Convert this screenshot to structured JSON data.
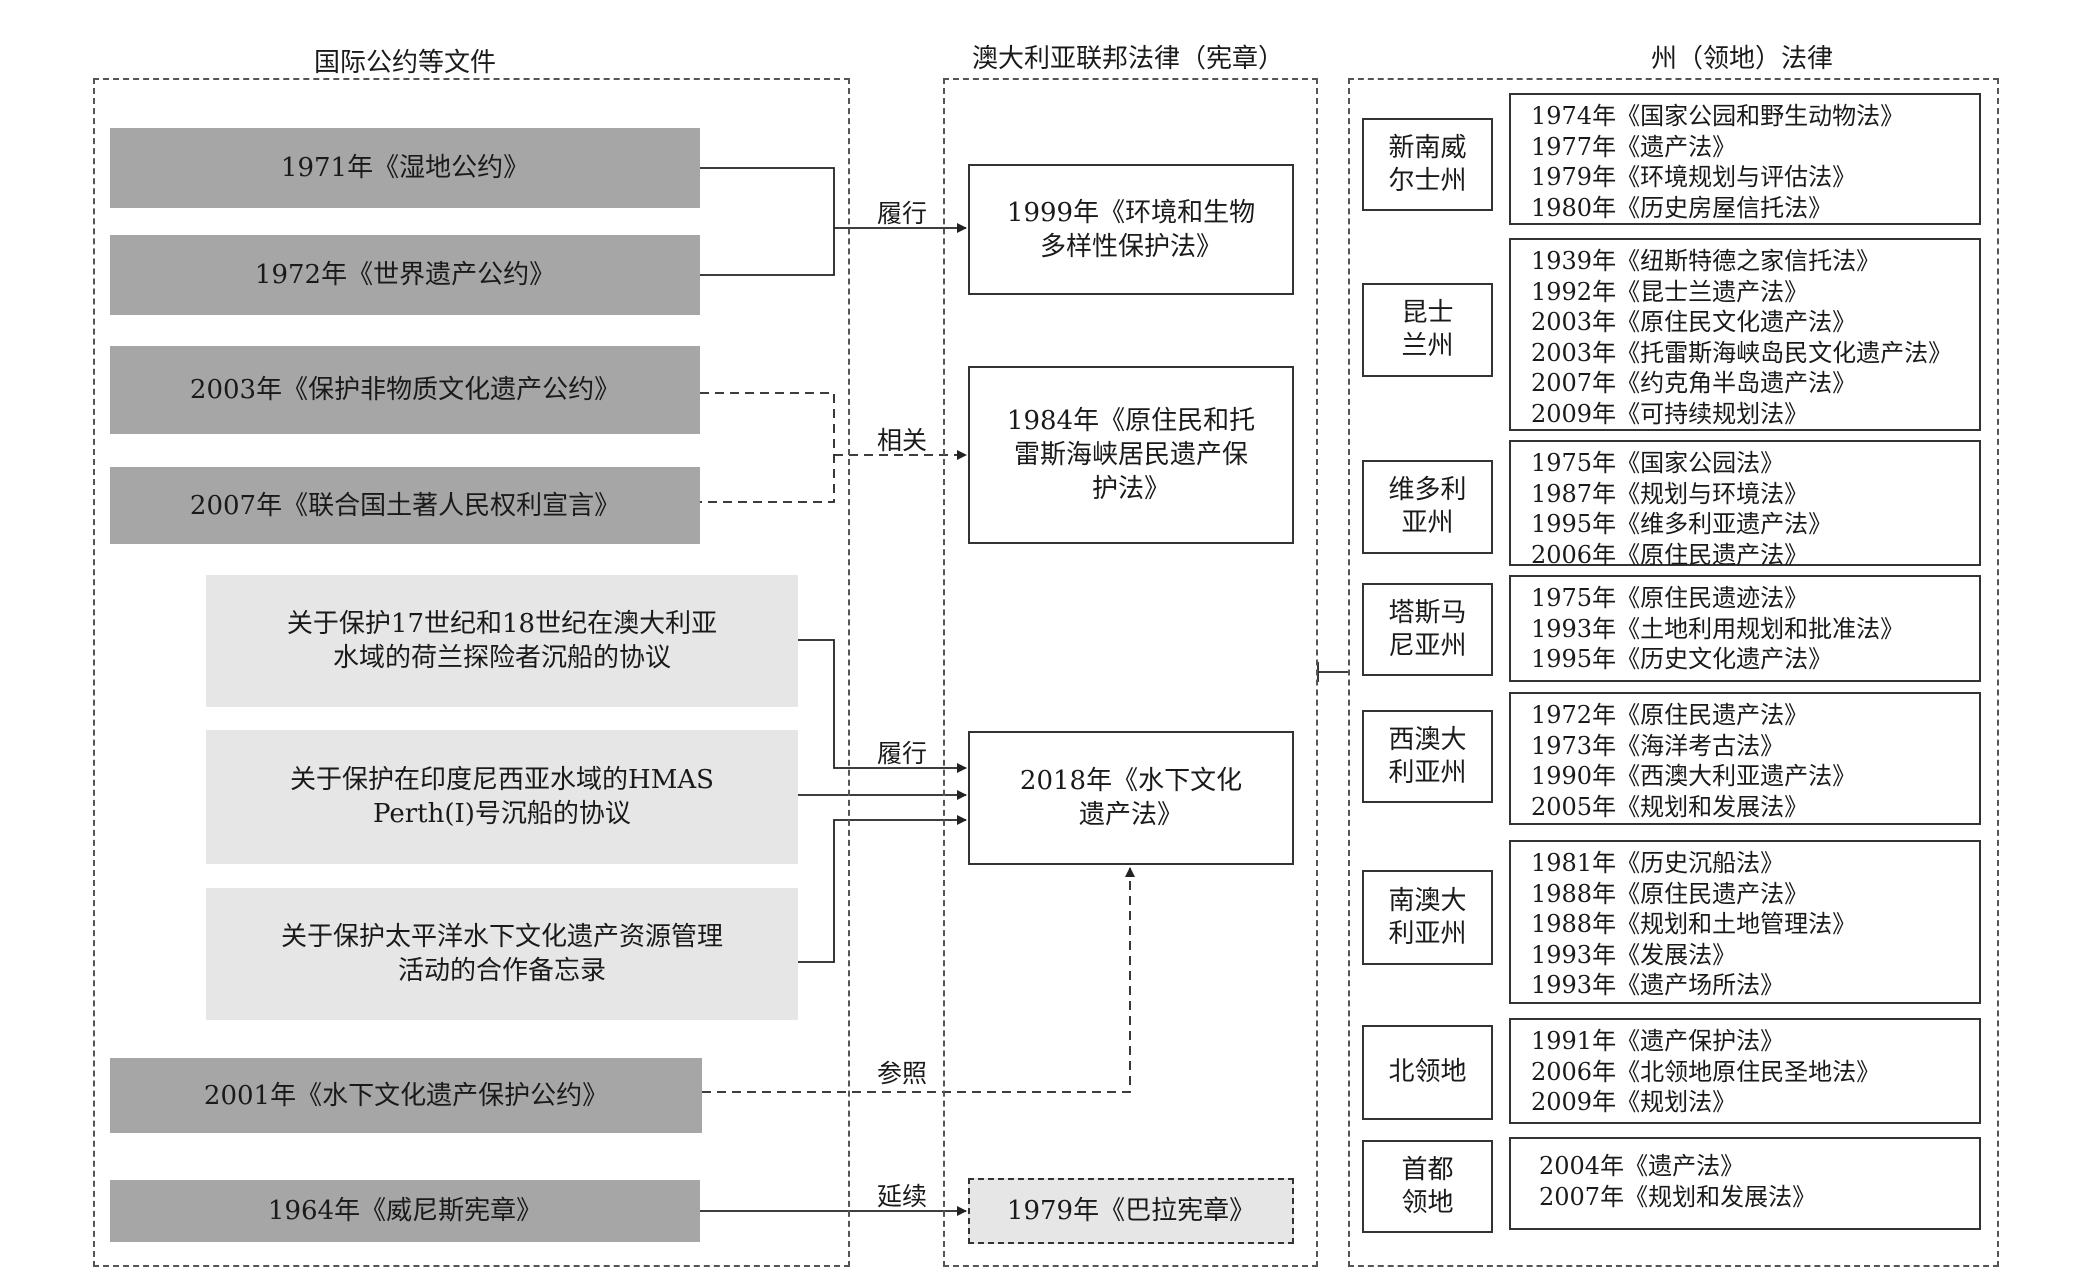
{
  "columns": {
    "international": "国际公约等文件",
    "federal": "澳大利亚联邦法律（宪章）",
    "state": "州（领地）法律"
  },
  "international_docs": {
    "wetland": "1971年《湿地公约》",
    "heritage": "1972年《世界遗产公约》",
    "intangible": "2003年《保护非物质文化遗产公约》",
    "indigenous": "2007年《联合国土著人民权利宣言》",
    "dutch": "关于保护17世纪和18世纪在澳大利亚\n水域的荷兰探险者沉船的协议",
    "hmas": "关于保护在印度尼西亚水域的HMAS\nPerth(I)号沉船的协议",
    "pacific": "关于保护太平洋水下文化遗产资源管理\n活动的合作备忘录",
    "underwater": "2001年《水下文化遗产保护公约》",
    "venice": "1964年《威尼斯宪章》"
  },
  "federal_laws": {
    "epbc": "1999年《环境和生物\n多样性保护法》",
    "atsihp": "1984年《原住民和托\n雷斯海峡居民遗产保\n护法》",
    "uch": "2018年《水下文化\n遗产法》",
    "burra": "1979年《巴拉宪章》"
  },
  "relations": {
    "implement_1": "履行",
    "related": "相关",
    "implement_2": "履行",
    "reference": "参照",
    "continue": "延续"
  },
  "states": [
    {
      "name": "新南威\n尔士州",
      "laws": [
        "1974年《国家公园和野生动物法》",
        "1977年《遗产法》",
        "1979年《环境规划与评估法》",
        "1980年《历史房屋信托法》"
      ]
    },
    {
      "name": "昆士\n兰州",
      "laws": [
        "1939年《纽斯特德之家信托法》",
        "1992年《昆士兰遗产法》",
        "2003年《原住民文化遗产法》",
        "2003年《托雷斯海峡岛民文化遗产法》",
        "2007年《约克角半岛遗产法》",
        "2009年《可持续规划法》"
      ]
    },
    {
      "name": "维多利\n亚州",
      "laws": [
        "1975年《国家公园法》",
        "1987年《规划与环境法》",
        "1995年《维多利亚遗产法》",
        "2006年《原住民遗产法》"
      ]
    },
    {
      "name": "塔斯马\n尼亚州",
      "laws": [
        "1975年《原住民遗迹法》",
        "1993年《土地利用规划和批准法》",
        "1995年《历史文化遗产法》"
      ]
    },
    {
      "name": "西澳大\n利亚州",
      "laws": [
        "1972年《原住民遗产法》",
        "1973年《海洋考古法》",
        "1990年《西澳大利亚遗产法》",
        "2005年《规划和发展法》"
      ]
    },
    {
      "name": "南澳大\n利亚州",
      "laws": [
        "1981年《历史沉船法》",
        "1988年《原住民遗产法》",
        "1988年《规划和土地管理法》",
        "1993年《发展法》",
        "1993年《遗产场所法》"
      ]
    },
    {
      "name": "北领地",
      "laws": [
        "1991年《遗产保护法》",
        "2006年《北领地原住民圣地法》",
        "2009年《规划法》"
      ]
    },
    {
      "name": "首都\n领地",
      "laws": [
        "2004年《遗产法》",
        "2007年《规划和发展法》"
      ]
    }
  ]
}
